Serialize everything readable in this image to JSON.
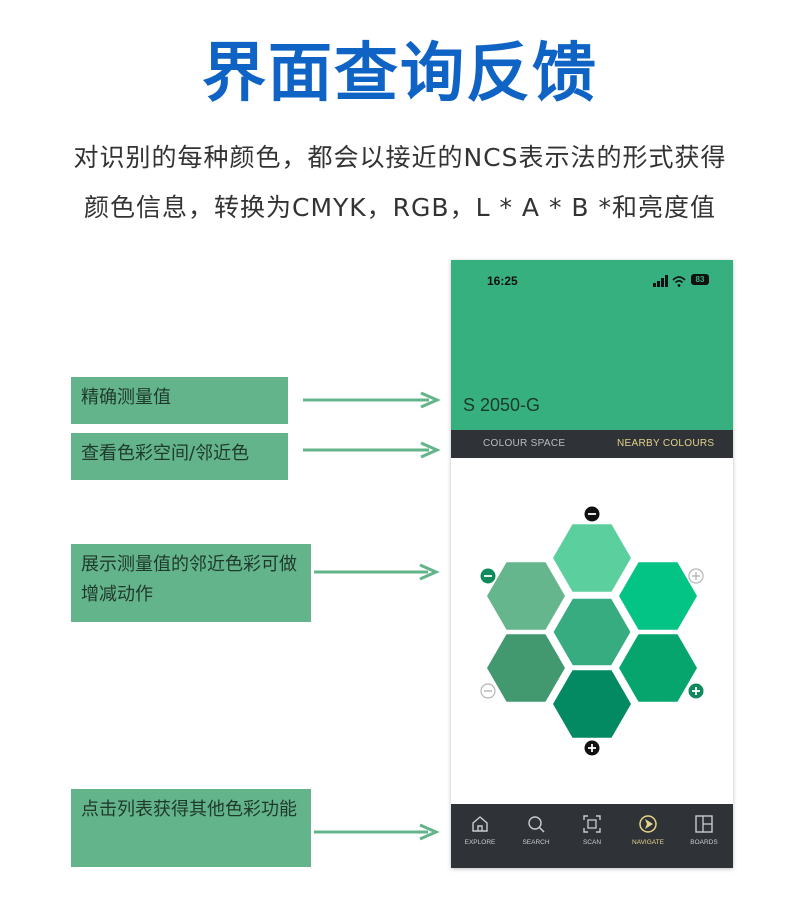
{
  "title": "界面查询反馈",
  "subtitle_line1": "对识别的每种颜色，都会以接近的NCS表示法的形式获得",
  "subtitle_line2": "颜色信息，转换为CMYK，RGB，L * A * B *和亮度值",
  "callouts": [
    "精确测量值",
    "查看色彩空间/邻近色",
    "展示测量值的邻近色彩可做增减动作",
    "点击列表获得其他色彩功能"
  ],
  "phone": {
    "time": "16:25",
    "battery": "83",
    "color_code": "S 2050-G",
    "header_color": "#37b07f",
    "tabs": [
      "COLOUR SPACE",
      "NEARBY COLOURS"
    ],
    "active_tab": "NEARBY COLOURS",
    "hex_colors": {
      "top": "#5ccf9f",
      "upper_left": "#65b68c",
      "upper_right": "#03c484",
      "center": "#37ac80",
      "lower_left": "#43996f",
      "lower_right": "#06a56d",
      "bottom": "#038a63"
    },
    "nav": [
      {
        "label": "EXPLORE",
        "icon": "home-icon"
      },
      {
        "label": "SEARCH",
        "icon": "search-icon"
      },
      {
        "label": "SCAN",
        "icon": "scan-icon"
      },
      {
        "label": "NAVIGATE",
        "icon": "navigate-icon"
      },
      {
        "label": "BOARDS",
        "icon": "boards-icon"
      }
    ],
    "active_nav": "NAVIGATE"
  },
  "accent_colors": {
    "title_blue": "#0e63c4",
    "callout_green": "#63b38b",
    "nav_dark": "#2f3337",
    "active_gold": "#e8d48c"
  }
}
